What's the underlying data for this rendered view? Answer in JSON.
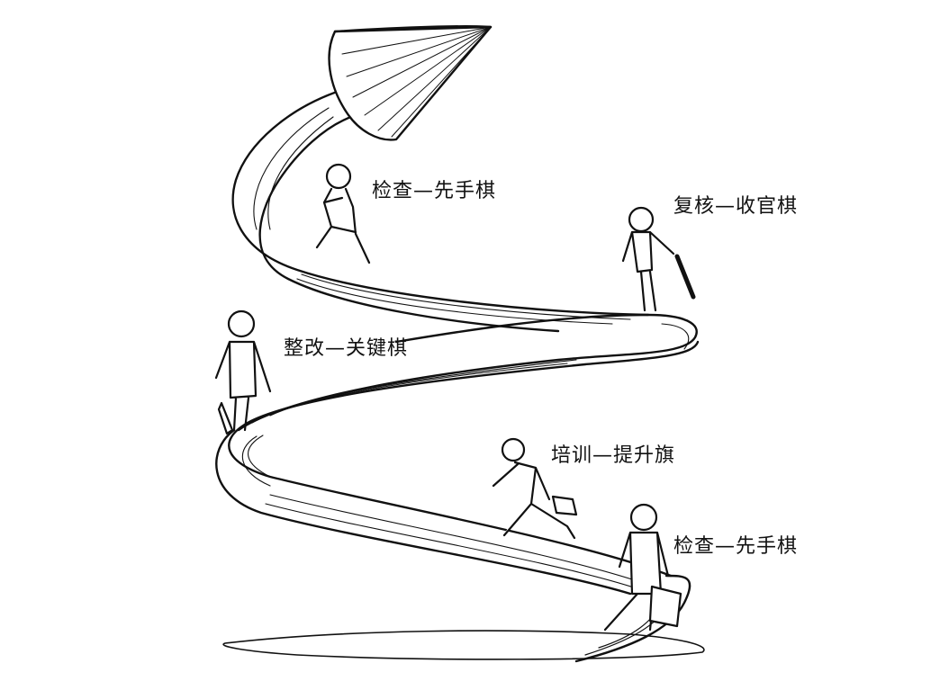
{
  "steps": [
    {
      "text": "检查—先手棋"
    },
    {
      "text": "复核—收官棋"
    },
    {
      "text": "整改—关键棋"
    },
    {
      "text": "培训—提升旗"
    },
    {
      "text": "检查—先手棋"
    }
  ]
}
